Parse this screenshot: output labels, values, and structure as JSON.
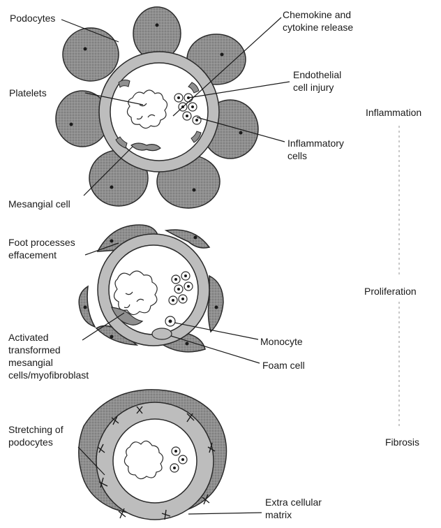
{
  "labels": {
    "podocytes": "Podocytes",
    "chemokine": "Chemokine and\ncytokine release",
    "endothelial": "Endothelial\ncell injury",
    "platelets": "Platelets",
    "inflammatory": "Inflammatory\ncells",
    "mesangial": "Mesangial cell",
    "foot": "Foot processes\neffacement",
    "activated": "Activated\ntransformed\nmesangial\ncells/myofibroblast",
    "monocyte": "Monocyte",
    "foam": "Foam cell",
    "stretching": "Stretching of\npodocytes",
    "ecm": "Extra cellular\nmatrix"
  },
  "stages": [
    "Inflammation",
    "Proliferation",
    "Fibrosis"
  ],
  "colors": {
    "cell_fill": "#8c8c8c",
    "cell_stroke": "#2a2a2a",
    "membrane": "#bdbdbd",
    "lumen": "#ffffff",
    "line": "#1a1a1a"
  }
}
